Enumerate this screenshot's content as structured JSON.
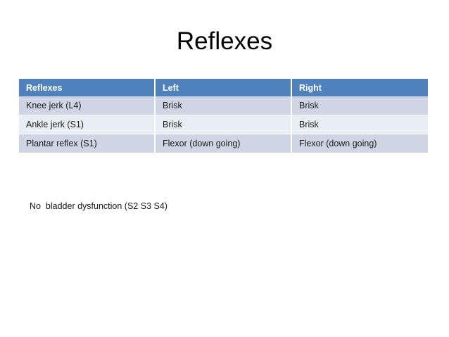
{
  "slide": {
    "title": "Reflexes",
    "note": "No  bladder dysfunction (S2 S3 S4)"
  },
  "colors": {
    "header_fill": "#4F81BD",
    "header_text": "#FFFFFF",
    "band_dark": "#CFD5E5",
    "band_light": "#E9EDF4",
    "body_text": "#1A1A1A",
    "slide_background": "#FFFFFF"
  },
  "table": {
    "columns": [
      "Reflexes",
      "Left",
      "Right"
    ],
    "rows": [
      {
        "reflex": "Knee jerk (L4)",
        "left": "Brisk",
        "right": "Brisk"
      },
      {
        "reflex": "Ankle jerk (S1)",
        "left": "Brisk",
        "right": "Brisk"
      },
      {
        "reflex": "Plantar reflex (S1)",
        "left": "Flexor (down going)",
        "right": "Flexor (down going)"
      }
    ]
  }
}
